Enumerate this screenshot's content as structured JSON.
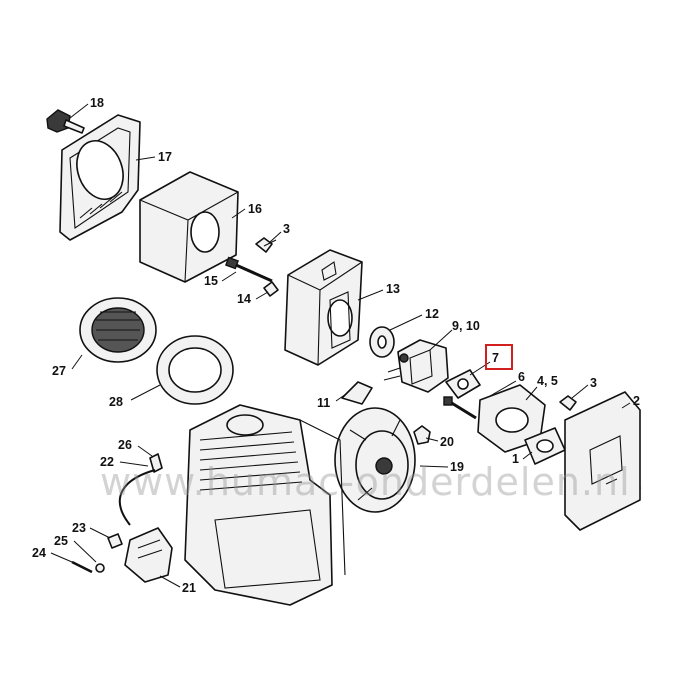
{
  "diagram": {
    "callouts": [
      {
        "id": "c18",
        "label": "18"
      },
      {
        "id": "c17",
        "label": "17"
      },
      {
        "id": "c16",
        "label": "16"
      },
      {
        "id": "c3a",
        "label": "3"
      },
      {
        "id": "c15",
        "label": "15"
      },
      {
        "id": "c14",
        "label": "14"
      },
      {
        "id": "c13",
        "label": "13"
      },
      {
        "id": "c12",
        "label": "12"
      },
      {
        "id": "c910",
        "label": "9, 10"
      },
      {
        "id": "c7",
        "label": "7"
      },
      {
        "id": "c6",
        "label": "6"
      },
      {
        "id": "c45",
        "label": "4, 5"
      },
      {
        "id": "c3b",
        "label": "3"
      },
      {
        "id": "c2",
        "label": "2"
      },
      {
        "id": "c1",
        "label": "1"
      },
      {
        "id": "c11",
        "label": "11"
      },
      {
        "id": "c20",
        "label": "20"
      },
      {
        "id": "c19",
        "label": "19"
      },
      {
        "id": "c27",
        "label": "27"
      },
      {
        "id": "c28",
        "label": "28"
      },
      {
        "id": "c26",
        "label": "26"
      },
      {
        "id": "c22",
        "label": "22"
      },
      {
        "id": "c23",
        "label": "23"
      },
      {
        "id": "c25",
        "label": "25"
      },
      {
        "id": "c24",
        "label": "24"
      },
      {
        "id": "c21",
        "label": "21"
      }
    ],
    "highlighted_callout": "7",
    "highlight_color": "#d41f1f",
    "watermark": "www.humac-onderdelen.nl"
  }
}
